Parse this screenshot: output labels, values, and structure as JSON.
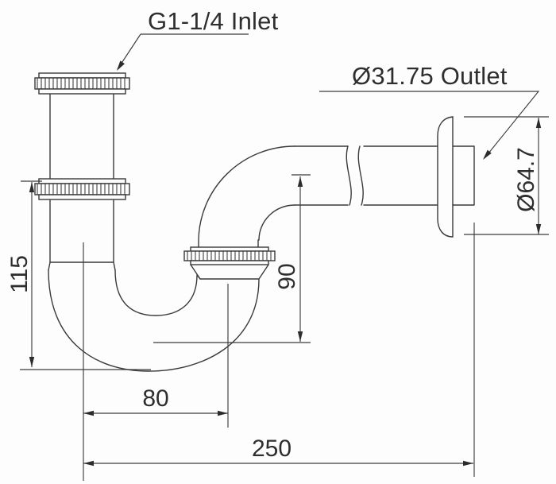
{
  "diagram": {
    "title_hint": "P-trap technical drawing",
    "labels": {
      "inlet": "G1-1/4 Inlet",
      "outlet": "Ø31.75 Outlet"
    },
    "dimensions": {
      "trap_height": "115",
      "outlet_centre_height": "90",
      "trap_centre_width": "80",
      "overall_length": "250",
      "flange_diameter": "Ø64.7"
    },
    "colors": {
      "line": "#3a3a3a",
      "dimension_line": "#3c3c3c",
      "text": "#2e2e2e",
      "background": "#fdfdfd"
    }
  }
}
